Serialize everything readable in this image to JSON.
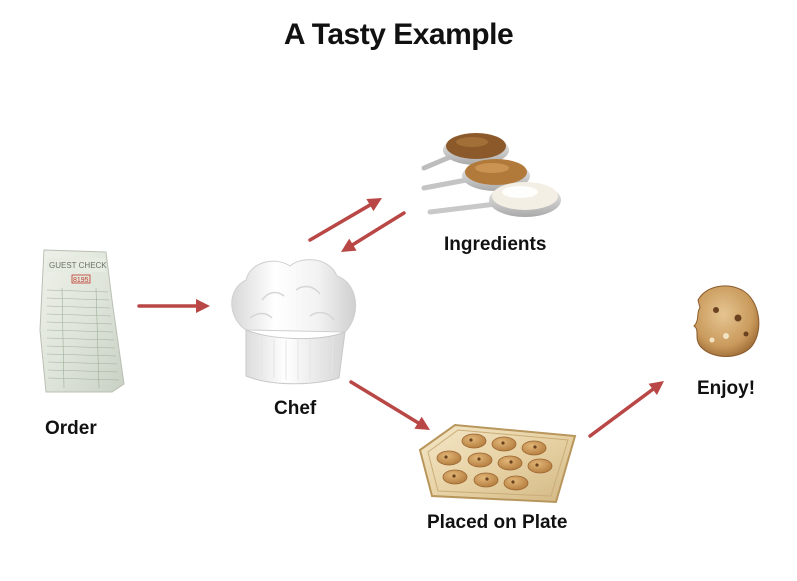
{
  "title": "A Tasty Example",
  "nodes": {
    "order": "Order",
    "chef": "Chef",
    "ingredients": "Ingredients",
    "plate": "Placed on Plate",
    "enjoy": "Enjoy!"
  },
  "order_slip": {
    "header": "GUEST CHECK",
    "number": "8195"
  },
  "colors": {
    "arrow": "#b84745"
  }
}
